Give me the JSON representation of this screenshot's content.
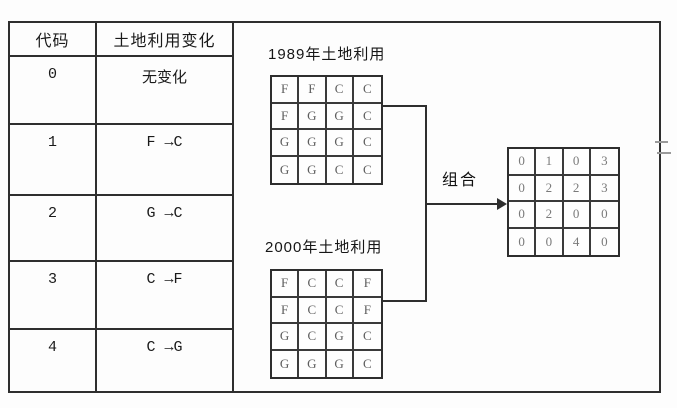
{
  "table": {
    "headers": [
      "代码",
      "土地利用变化"
    ],
    "rows": [
      {
        "code": "0",
        "change": "无变化"
      },
      {
        "code": "1",
        "change": "F →C"
      },
      {
        "code": "2",
        "change": "G →C"
      },
      {
        "code": "3",
        "change": "C →F"
      },
      {
        "code": "4",
        "change": "C →G"
      }
    ]
  },
  "grid1989": {
    "title": "1989年土地利用",
    "cells": [
      [
        "F",
        "F",
        "C",
        "C"
      ],
      [
        "F",
        "G",
        "G",
        "C"
      ],
      [
        "G",
        "G",
        "G",
        "C"
      ],
      [
        "G",
        "G",
        "C",
        "C"
      ]
    ]
  },
  "grid2000": {
    "title": "2000年土地利用",
    "cells": [
      [
        "F",
        "C",
        "C",
        "F"
      ],
      [
        "F",
        "C",
        "C",
        "F"
      ],
      [
        "G",
        "C",
        "G",
        "C"
      ],
      [
        "G",
        "G",
        "G",
        "C"
      ]
    ]
  },
  "combine": {
    "label": "组合"
  },
  "result_grid": {
    "cells": [
      [
        "0",
        "1",
        "0",
        "3"
      ],
      [
        "0",
        "2",
        "2",
        "3"
      ],
      [
        "0",
        "2",
        "0",
        "0"
      ],
      [
        "0",
        "0",
        "4",
        "0"
      ]
    ]
  },
  "colors": {
    "line": "#2e2e2e",
    "text": "#1a1a1a",
    "grid_letter": "#5d5d5d",
    "result_number": "#7a7a7a",
    "background": "#fdfdfd"
  }
}
